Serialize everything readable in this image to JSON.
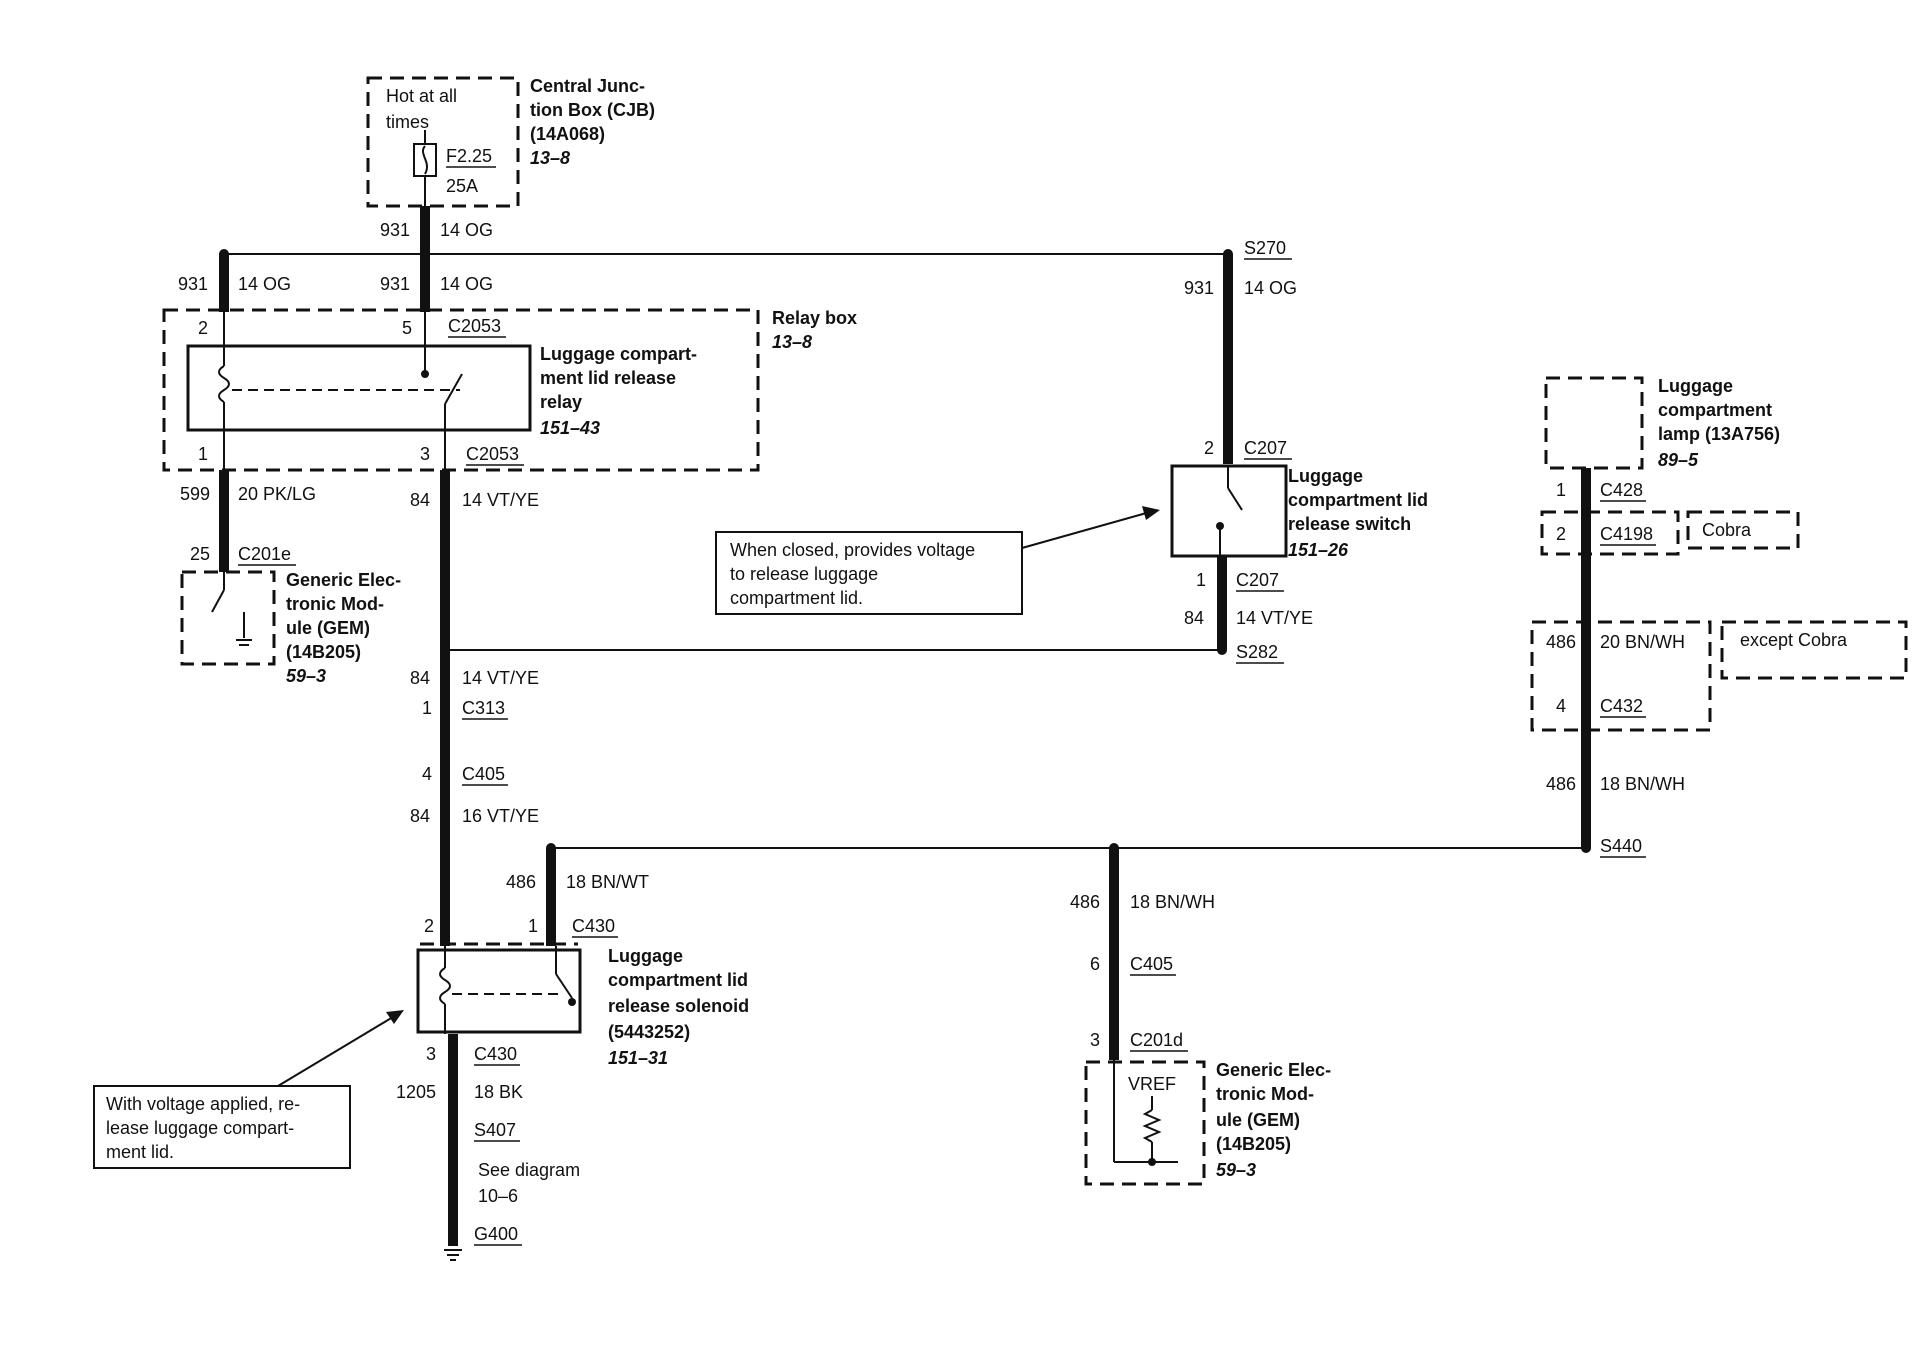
{
  "cjb": {
    "hot_line1": "Hot at all",
    "hot_line2": "times",
    "fuse": "F2.25",
    "amps": "25A",
    "name1": "Central Junc-",
    "name2": "tion Box (CJB)",
    "part": "(14A068)",
    "ref": "13–8"
  },
  "relay_box": {
    "title": "Relay box",
    "ref": "13–8",
    "relay_name1": "Luggage compart-",
    "relay_name2": "ment lid release",
    "relay_name3": "relay",
    "relay_ref": "151–43"
  },
  "gem_top": {
    "name1": "Generic Elec-",
    "name2": "tronic Mod-",
    "name3": "ule (GEM)",
    "part": "(14B205)",
    "ref": "59–3"
  },
  "gem_bottom": {
    "vref": "VREF",
    "name1": "Generic Elec-",
    "name2": "tronic Mod-",
    "name3": "ule (GEM)",
    "part": "(14B205)",
    "ref": "59–3"
  },
  "switch": {
    "name1": "Luggage",
    "name2": "compartment lid",
    "name3": "release switch",
    "ref": "151–26"
  },
  "lamp": {
    "name1": "Luggage",
    "name2": "compartment",
    "name3": "lamp (13A756)",
    "ref": "89–5"
  },
  "solenoid": {
    "name1": "Luggage",
    "name2": "compartment lid",
    "name3": "release solenoid",
    "part": "(5443252)",
    "ref": "151–31"
  },
  "notes": {
    "switch_note1": "When closed, provides voltage",
    "switch_note2": "to release luggage",
    "switch_note3": "compartment lid.",
    "solenoid_note1": "With voltage applied, re-",
    "solenoid_note2": "lease luggage compart-",
    "solenoid_note3": "ment lid.",
    "cobra": "Cobra",
    "except_cobra": "except Cobra",
    "see1": "See diagram",
    "see2": "10–6"
  },
  "wires": {
    "c931": "931",
    "og14": "14 OG",
    "c599": "599",
    "pklg20": "20 PK/LG",
    "c84": "84",
    "vtye14": "14 VT/YE",
    "vtye16": "16 VT/YE",
    "c486": "486",
    "bnwt18": "18 BN/WT",
    "bnwh18": "18 BN/WH",
    "bnwh20": "20 BN/WH",
    "c1205": "1205",
    "bk18": "18 BK"
  },
  "connectors": {
    "c2053": "C2053",
    "c201e": "C201e",
    "c207": "C207",
    "s270": "S270",
    "s282": "S282",
    "c313": "C313",
    "c405": "C405",
    "c430": "C430",
    "s407": "S407",
    "g400": "G400",
    "c428": "C428",
    "c4198": "C4198",
    "c432": "C432",
    "s440": "S440",
    "c201d": "C201d"
  },
  "pins": {
    "p1": "1",
    "p2": "2",
    "p3": "3",
    "p4": "4",
    "p5": "5",
    "p6": "6",
    "p25": "25"
  }
}
